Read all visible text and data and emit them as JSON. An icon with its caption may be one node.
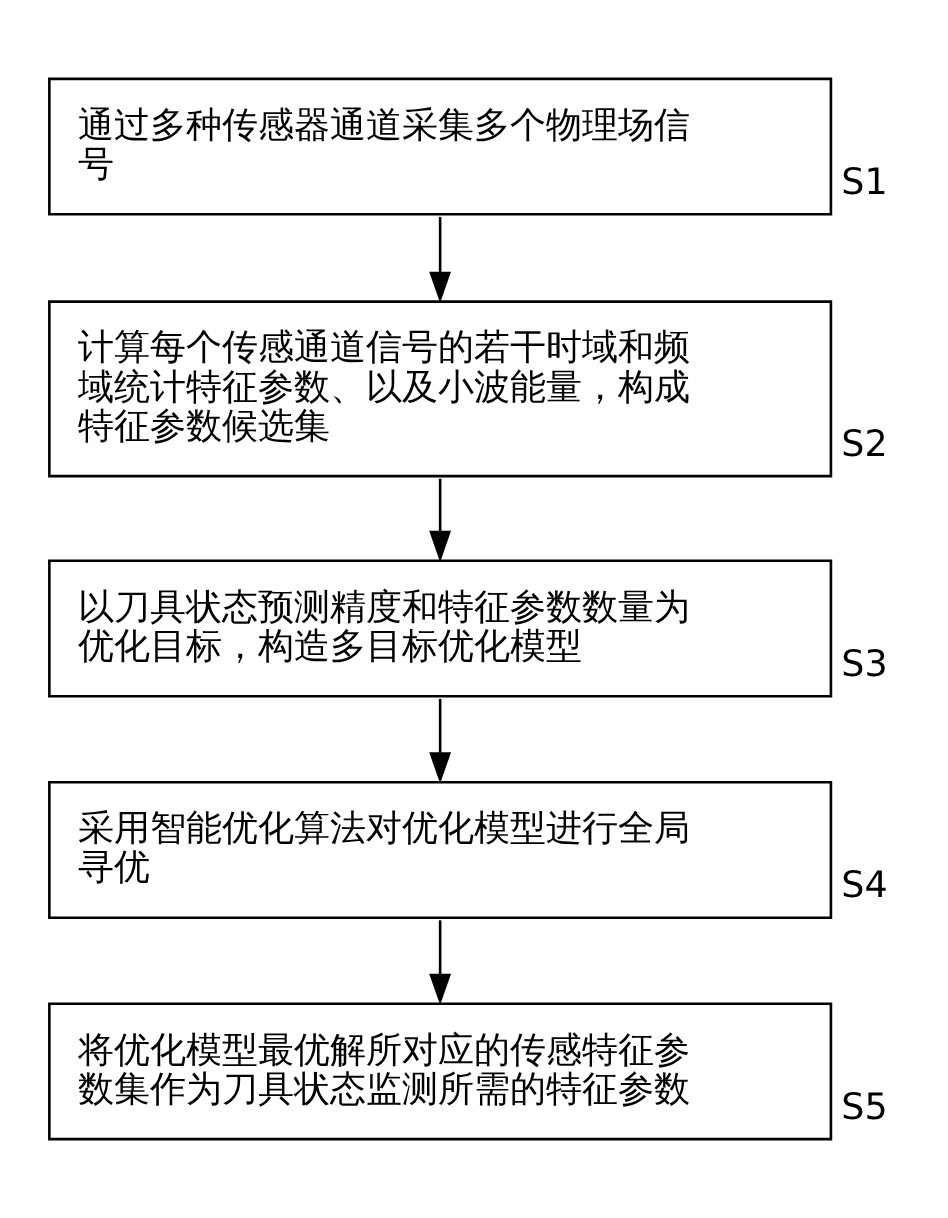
{
  "diagram": {
    "nodes": [
      {
        "text": [
          "通过多种传感器通道采集多个物理场信号"
        ],
        "beside": [
          "S1"
        ]
      },
      {
        "text": [
          "计算每个传感通道信号的若干时域和频域统计特征参数、以及小波能量，构成特征参数候选集"
        ],
        "beside": [
          "S2"
        ]
      },
      {
        "text": [
          "以刀具状态预测精度和特征参数数量为优化目标，构造多目标优化模型"
        ],
        "beside": [
          "S3"
        ]
      },
      {
        "text": [
          "采用智能优化算法对优化模型进行全局寻优"
        ],
        "beside": [
          "S4"
        ]
      },
      {
        "text": [
          "将优化模型最优解所对应的传感特征参数集作为刀具状态监测所需的特征参数"
        ],
        "beside": [
          "S5"
        ]
      }
    ],
    "edges": [
      {
        "from": 0,
        "to": 1,
        "arrow": "to"
      },
      {
        "from": 1,
        "to": 2,
        "arrow": "to"
      },
      {
        "from": 2,
        "to": 3,
        "arrow": "to"
      },
      {
        "from": 3,
        "to": 4,
        "arrow": "to"
      }
    ]
  }
}
